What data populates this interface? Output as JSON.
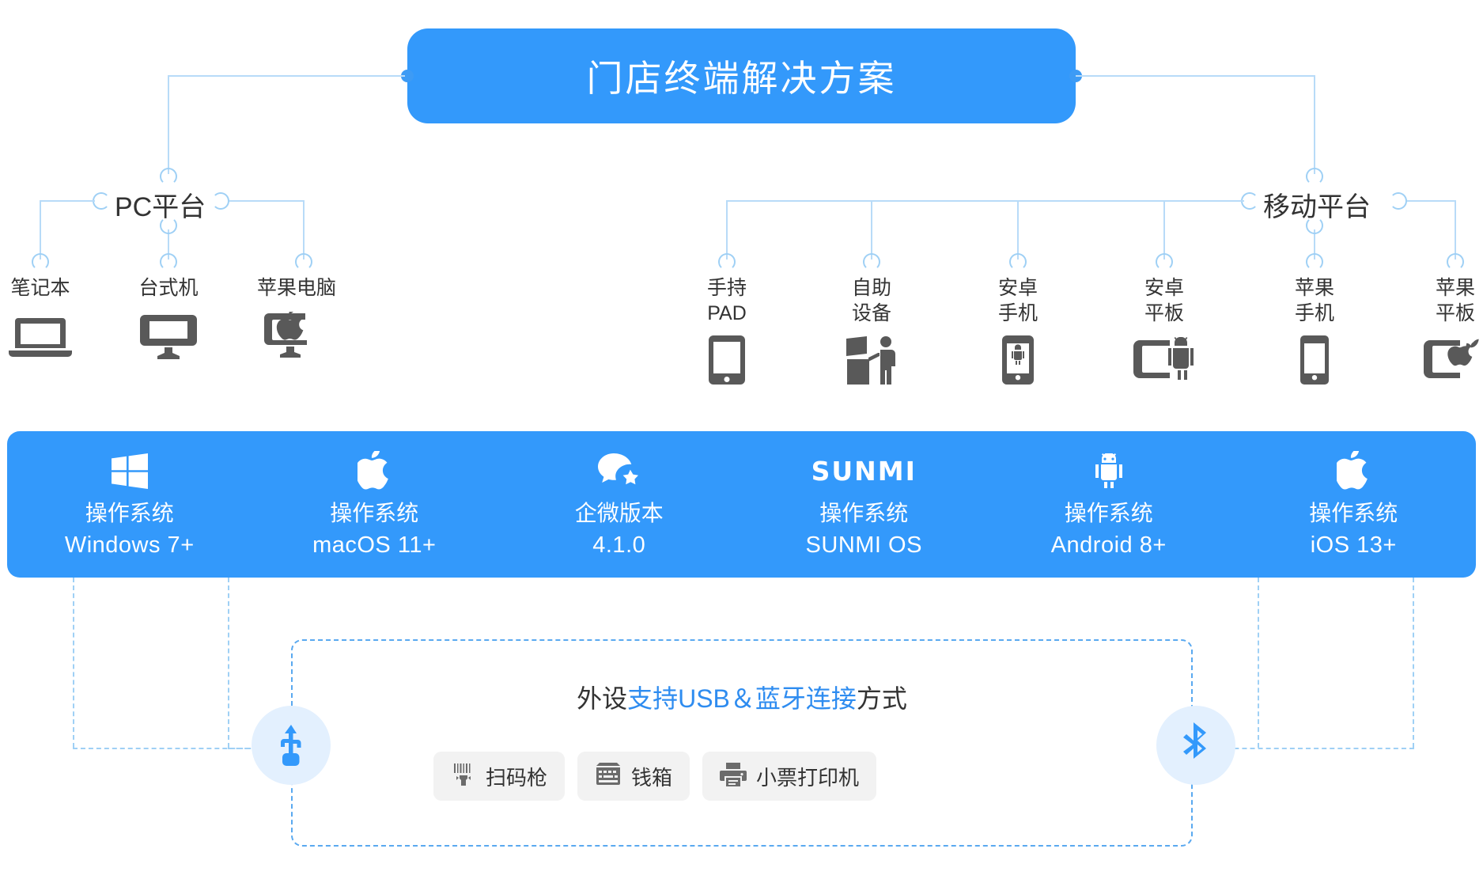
{
  "title": {
    "text": "门店终端解决方案",
    "color": "#3399fb"
  },
  "platforms": [
    {
      "name": "PC平台"
    },
    {
      "name": "移动平台"
    }
  ],
  "pc_devices": [
    {
      "label": "笔记本",
      "icon": "laptop-icon"
    },
    {
      "label": "台式机",
      "icon": "desktop-monitor-icon"
    },
    {
      "label": "苹果电脑",
      "icon": "imac-apple-icon"
    }
  ],
  "mobile_devices": [
    {
      "label": "手持\nPAD",
      "icon": "tablet-icon"
    },
    {
      "label": "自助\n设备",
      "icon": "kiosk-person-icon"
    },
    {
      "label": "安卓\n手机",
      "icon": "android-phone-icon"
    },
    {
      "label": "安卓\n平板",
      "icon": "android-tablet-icon"
    },
    {
      "label": "苹果\n手机",
      "icon": "iphone-icon"
    },
    {
      "label": "苹果\n平板",
      "icon": "ipad-apple-icon"
    }
  ],
  "os_bar": {
    "background": "#3399fb",
    "items": [
      {
        "icon": "windows-logo-icon",
        "wordmark": "",
        "name": "操作系统",
        "version": "Windows  7+"
      },
      {
        "icon": "apple-logo-icon",
        "wordmark": "",
        "name": "操作系统",
        "version": "macOS  11+"
      },
      {
        "icon": "wecom-bubble-icon",
        "wordmark": "",
        "name": "企微版本",
        "version": "4.1.0"
      },
      {
        "icon": "sunmi-wordmark-icon",
        "wordmark": "SUNMI",
        "name": "操作系统",
        "version": "SUNMI OS"
      },
      {
        "icon": "android-robot-icon",
        "wordmark": "",
        "name": "操作系统",
        "version": "Android  8+"
      },
      {
        "icon": "apple-logo-icon",
        "wordmark": "",
        "name": "操作系统",
        "version": "iOS  13+"
      }
    ]
  },
  "peripheral": {
    "title_prefix": "外设",
    "title_highlight": "支持USB＆蓝牙连接",
    "title_suffix": "方式",
    "highlight_color": "#2e8cf0",
    "usb_badge": "usb-icon",
    "bluetooth_badge": "bluetooth-icon",
    "chips": [
      {
        "label": "扫码枪",
        "icon": "barcode-scanner-icon"
      },
      {
        "label": "钱箱",
        "icon": "cash-drawer-icon"
      },
      {
        "label": "小票打印机",
        "icon": "receipt-printer-icon"
      }
    ]
  }
}
